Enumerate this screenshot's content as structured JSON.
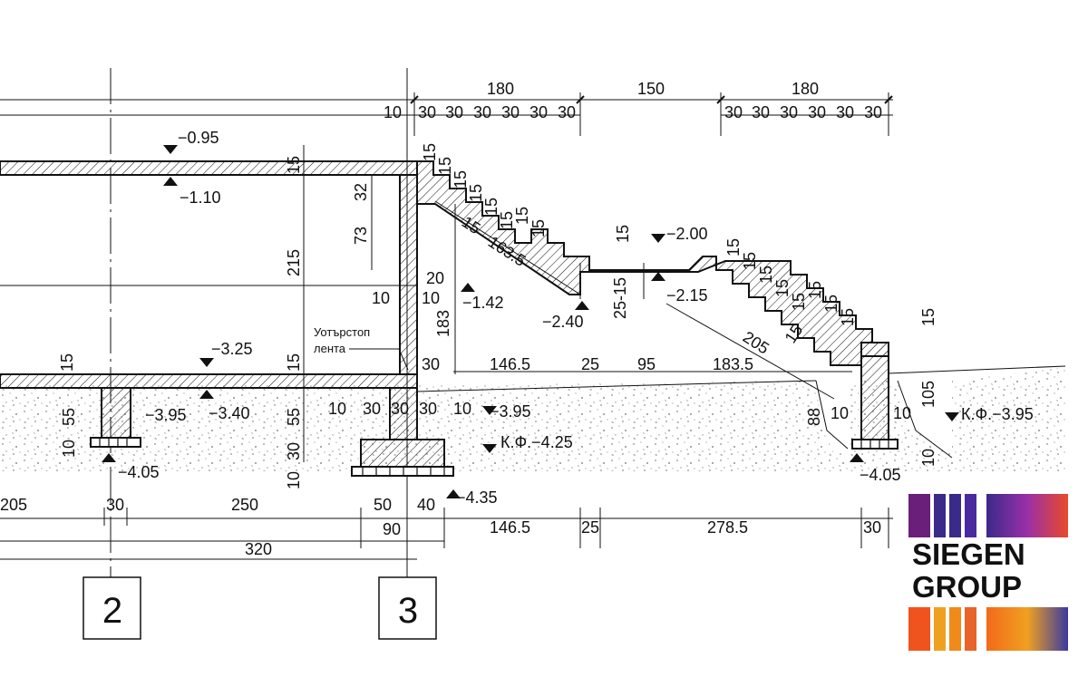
{
  "dimensions": {
    "top_segments": [
      "180",
      "150",
      "180"
    ],
    "top_left_offset": "10",
    "tread_left": [
      "30",
      "30",
      "30",
      "30",
      "30",
      "30"
    ],
    "tread_right": [
      "30",
      "30",
      "30",
      "30",
      "30",
      "30"
    ],
    "risers_upper": [
      "15",
      "15",
      "15",
      "15",
      "15",
      "15",
      "15",
      "15"
    ],
    "risers_lower": [
      "15",
      "15",
      "15",
      "15",
      "15",
      "15",
      "15",
      "15"
    ],
    "slab_thickness": "15",
    "wall_vertical_32": "32",
    "wall_vertical_73": "73",
    "wall_height_215": "215",
    "wall_183": "183",
    "flight_upper_len": "163.5",
    "flight_upper_thk": "15",
    "flight_lower_len": "205",
    "flight_lower_thk": "15",
    "landing_thk": "15",
    "landing_25_15": "25-15",
    "d20": "20",
    "d10a": "10",
    "d10b": "10",
    "base_15": "15",
    "base_15_right": "15",
    "mid_row": [
      "30",
      "146.5",
      "25",
      "95",
      "183.5"
    ],
    "footing_row": [
      "10",
      "30",
      "30",
      "30",
      "10"
    ],
    "left_55": "55",
    "left_10": "10",
    "mid_55": "55",
    "mid_30": "30",
    "mid_10": "10",
    "right_88": "88",
    "right_10a": "10",
    "right_10b": "10",
    "right_105": "105",
    "right_10c": "10",
    "right_15": "15",
    "bottom_row1": [
      "205",
      "30",
      "250",
      "50",
      "40",
      "146.5",
      "25",
      "278.5",
      "30"
    ],
    "bottom_row2": [
      "90"
    ],
    "bottom_row3": [
      "320"
    ]
  },
  "levels": {
    "l095": "−0.95",
    "l110": "−1.10",
    "l142": "−1.42",
    "l200": "−2.00",
    "l215": "−2.15",
    "l240": "−2.40",
    "l325": "−3.25",
    "l340": "−3.40",
    "l395a": "−3.95",
    "l395b": "−3.95",
    "kf425": "К.Ф.−4.25",
    "kf395": "К.Ф.−3.95",
    "l405a": "−4.05",
    "l405b": "−4.05",
    "l435": "−4.35"
  },
  "note": {
    "line1": "Уотърстоп",
    "line2": "лента"
  },
  "axes": {
    "a2": "2",
    "a3": "3"
  },
  "logo": {
    "line1": "SIEGEN",
    "line2": "GROUP"
  }
}
